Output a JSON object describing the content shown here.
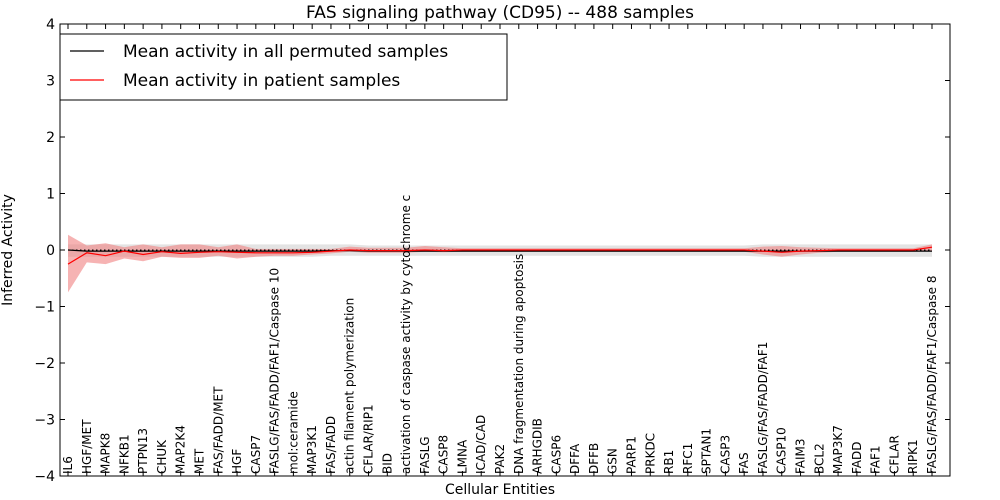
{
  "chart_data": {
    "type": "line",
    "title": "FAS signaling pathway (CD95) -- 488 samples",
    "xlabel": "Cellular Entities",
    "ylabel": "Inferred Activity",
    "ylim": [
      -4,
      4
    ],
    "yticks": [
      -4,
      -3,
      -2,
      -1,
      0,
      1,
      2,
      3,
      4
    ],
    "ytick_labels": [
      "−4",
      "−3",
      "−2",
      "−1",
      "0",
      "1",
      "2",
      "3",
      "4"
    ],
    "grid": false,
    "legend_position": "top-left",
    "categories": [
      "IL6",
      "HGF/MET",
      "MAPK8",
      "NFKB1",
      "PTPN13",
      "CHUK",
      "MAP2K4",
      "MET",
      "FAS/FADD/MET",
      "HGF",
      "CASP7",
      "FASLG/FAS/FADD/FAF1/Caspase 10",
      "mol:ceramide",
      "MAP3K1",
      "FAS/FADD",
      "actin filament polymerization",
      "CFLAR/RIP1",
      "BID",
      "activation of caspase activity by cytochrome c",
      "FASLG",
      "CASP8",
      "LMNA",
      "ICAD/CAD",
      "PAK2",
      "DNA fragmentation during apoptosis",
      "ARHGDIB",
      "CASP6",
      "DFFA",
      "DFFB",
      "GSN",
      "PARP1",
      "PRKDC",
      "RB1",
      "RFC1",
      "SPTAN1",
      "CASP3",
      "FAS",
      "FASLG/FAS/FADD/FAF1",
      "CASP10",
      "FAIM3",
      "BCL2",
      "MAP3K7",
      "FADD",
      "FAF1",
      "CFLAR",
      "RIPK1",
      "FASLG/FAS/FADD/FAF1/Caspase 8"
    ],
    "series": [
      {
        "name": "Mean activity in all permuted samples",
        "color": "#000000",
        "band_color": "#c0c0c0",
        "mean": [
          0.0,
          -0.02,
          -0.02,
          -0.02,
          -0.02,
          -0.02,
          -0.02,
          -0.02,
          -0.02,
          -0.02,
          -0.02,
          -0.02,
          -0.02,
          -0.02,
          -0.01,
          -0.01,
          -0.02,
          -0.02,
          -0.02,
          -0.02,
          -0.02,
          -0.02,
          -0.02,
          -0.02,
          -0.02,
          -0.02,
          -0.02,
          -0.02,
          -0.02,
          -0.02,
          -0.02,
          -0.02,
          -0.02,
          -0.02,
          -0.02,
          -0.02,
          -0.02,
          -0.02,
          -0.02,
          -0.02,
          -0.02,
          -0.02,
          -0.02,
          -0.02,
          -0.02,
          -0.02,
          -0.02
        ],
        "upper": [
          0.1,
          0.1,
          0.1,
          0.1,
          0.1,
          0.1,
          0.1,
          0.1,
          0.1,
          0.1,
          0.1,
          0.1,
          0.1,
          0.1,
          0.1,
          0.1,
          0.08,
          0.08,
          0.08,
          0.08,
          0.08,
          0.08,
          0.08,
          0.08,
          0.08,
          0.08,
          0.08,
          0.08,
          0.08,
          0.08,
          0.08,
          0.08,
          0.08,
          0.08,
          0.08,
          0.08,
          0.08,
          0.1,
          0.1,
          0.1,
          0.1,
          0.1,
          0.1,
          0.1,
          0.1,
          0.1,
          0.1
        ],
        "lower": [
          -0.12,
          -0.12,
          -0.12,
          -0.12,
          -0.12,
          -0.12,
          -0.12,
          -0.12,
          -0.12,
          -0.12,
          -0.12,
          -0.12,
          -0.12,
          -0.12,
          -0.1,
          -0.1,
          -0.1,
          -0.1,
          -0.1,
          -0.1,
          -0.1,
          -0.1,
          -0.1,
          -0.1,
          -0.1,
          -0.1,
          -0.1,
          -0.1,
          -0.1,
          -0.1,
          -0.1,
          -0.1,
          -0.1,
          -0.1,
          -0.1,
          -0.1,
          -0.1,
          -0.12,
          -0.12,
          -0.12,
          -0.12,
          -0.12,
          -0.12,
          -0.12,
          -0.12,
          -0.12,
          -0.12
        ]
      },
      {
        "name": "Mean activity in patient samples",
        "color": "#ff0000",
        "band_color": "#f08080",
        "mean": [
          -0.25,
          -0.05,
          -0.1,
          -0.02,
          -0.08,
          -0.03,
          -0.06,
          -0.04,
          -0.03,
          -0.04,
          -0.05,
          -0.05,
          -0.05,
          -0.04,
          -0.02,
          0.0,
          -0.01,
          -0.01,
          -0.01,
          0.0,
          -0.01,
          0.0,
          0.0,
          0.0,
          0.0,
          0.0,
          0.0,
          0.0,
          0.0,
          0.0,
          0.0,
          0.0,
          0.0,
          0.0,
          0.0,
          0.0,
          0.0,
          -0.02,
          -0.04,
          -0.02,
          -0.01,
          0.0,
          0.0,
          0.0,
          0.0,
          0.0,
          0.05
        ],
        "upper": [
          0.27,
          0.08,
          0.12,
          0.05,
          0.1,
          0.05,
          0.1,
          0.1,
          0.05,
          0.1,
          0.02,
          0.02,
          0.02,
          0.02,
          0.02,
          0.06,
          0.04,
          0.04,
          0.04,
          0.07,
          0.05,
          0.03,
          0.03,
          0.03,
          0.03,
          0.03,
          0.03,
          0.03,
          0.03,
          0.03,
          0.03,
          0.03,
          0.03,
          0.03,
          0.03,
          0.03,
          0.03,
          0.06,
          0.07,
          0.05,
          0.04,
          0.03,
          0.03,
          0.03,
          0.03,
          0.03,
          0.1
        ],
        "lower": [
          -0.75,
          -0.22,
          -0.25,
          -0.15,
          -0.2,
          -0.12,
          -0.14,
          -0.14,
          -0.1,
          -0.15,
          -0.12,
          -0.1,
          -0.1,
          -0.08,
          -0.06,
          -0.03,
          -0.05,
          -0.05,
          -0.05,
          -0.03,
          -0.04,
          -0.03,
          -0.03,
          -0.03,
          -0.03,
          -0.03,
          -0.03,
          -0.03,
          -0.03,
          -0.03,
          -0.03,
          -0.03,
          -0.03,
          -0.03,
          -0.03,
          -0.03,
          -0.03,
          -0.08,
          -0.12,
          -0.08,
          -0.05,
          -0.03,
          -0.03,
          -0.03,
          -0.03,
          -0.03,
          -0.02
        ]
      }
    ]
  }
}
